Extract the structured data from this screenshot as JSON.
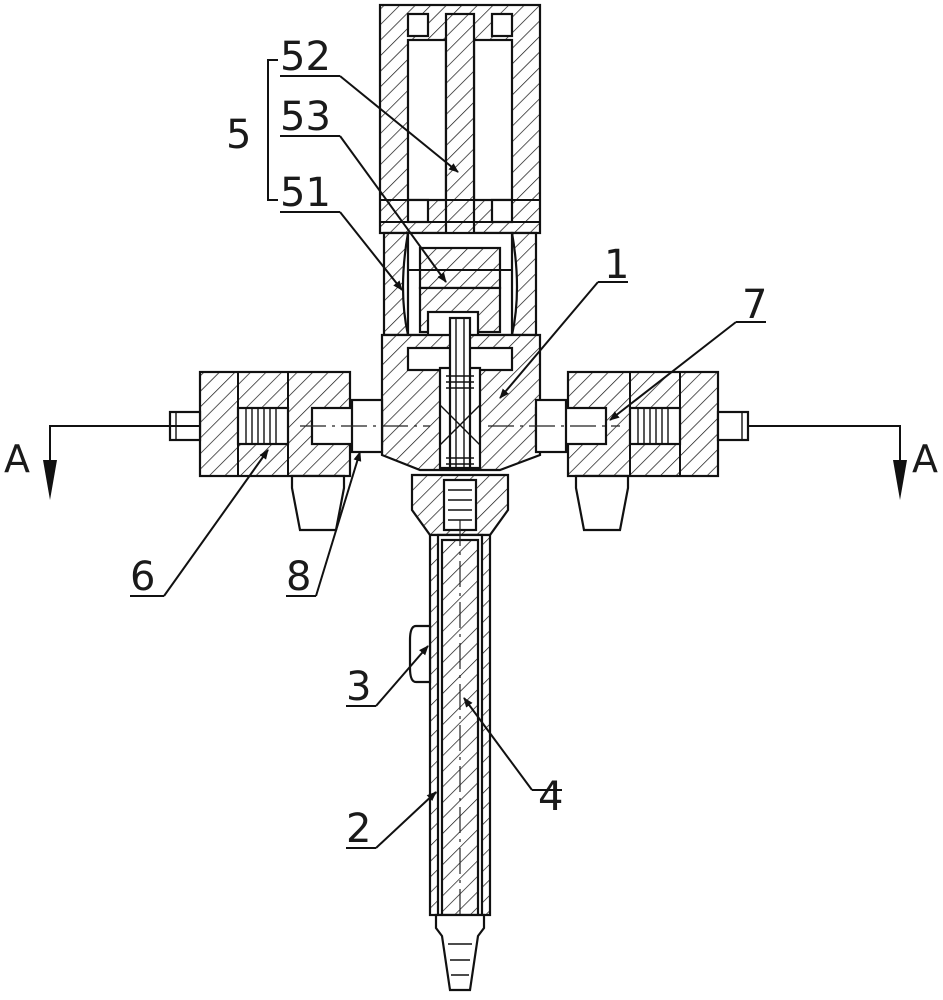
{
  "labels": {
    "group": "5",
    "l52": "52",
    "l53": "53",
    "l51": "51",
    "l1": "1",
    "l7": "7",
    "l6": "6",
    "l8": "8",
    "l3": "3",
    "l4": "4",
    "l2": "2"
  },
  "section": {
    "left": "A",
    "right": "A"
  }
}
